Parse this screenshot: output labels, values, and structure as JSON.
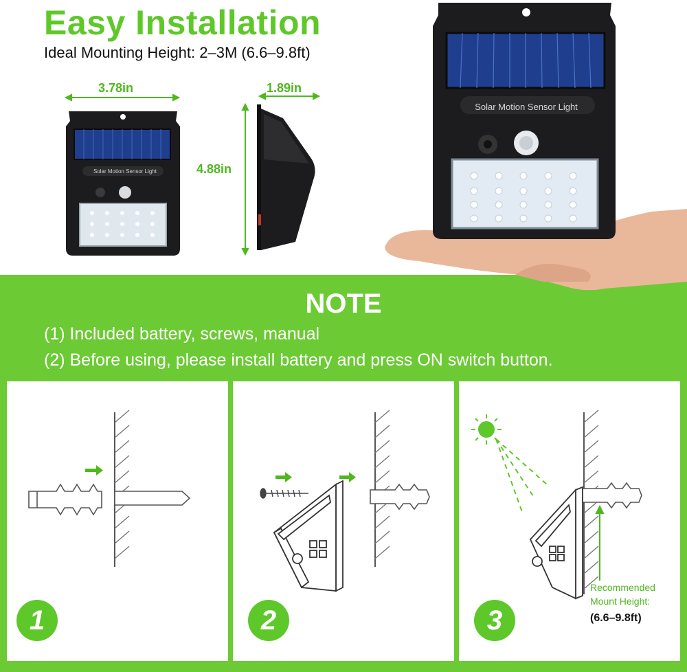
{
  "header": {
    "title": "Easy Installation",
    "subtitle": "Ideal Mounting Height: 2–3M (6.6–9.8ft)"
  },
  "dimensions": {
    "width": "3.78in",
    "depth": "1.89in",
    "height": "4.88in"
  },
  "product": {
    "label": "Solar Motion Sensor Light"
  },
  "note": {
    "title": "NOTE",
    "lines": [
      "(1) Included battery, screws, manual",
      "(2) Before using, please install battery and press ON switch button."
    ]
  },
  "steps": [
    {
      "number": "1"
    },
    {
      "number": "2"
    },
    {
      "number": "3"
    }
  ],
  "recommendation": {
    "line1": "Recommended",
    "line2": "Mount Height:",
    "value": "(6.6–9.8ft)"
  },
  "colors": {
    "accent": "#6cca35",
    "accent_text": "#5ec82a",
    "device": "#1c1c1e",
    "solar": "#1f3f8e"
  }
}
